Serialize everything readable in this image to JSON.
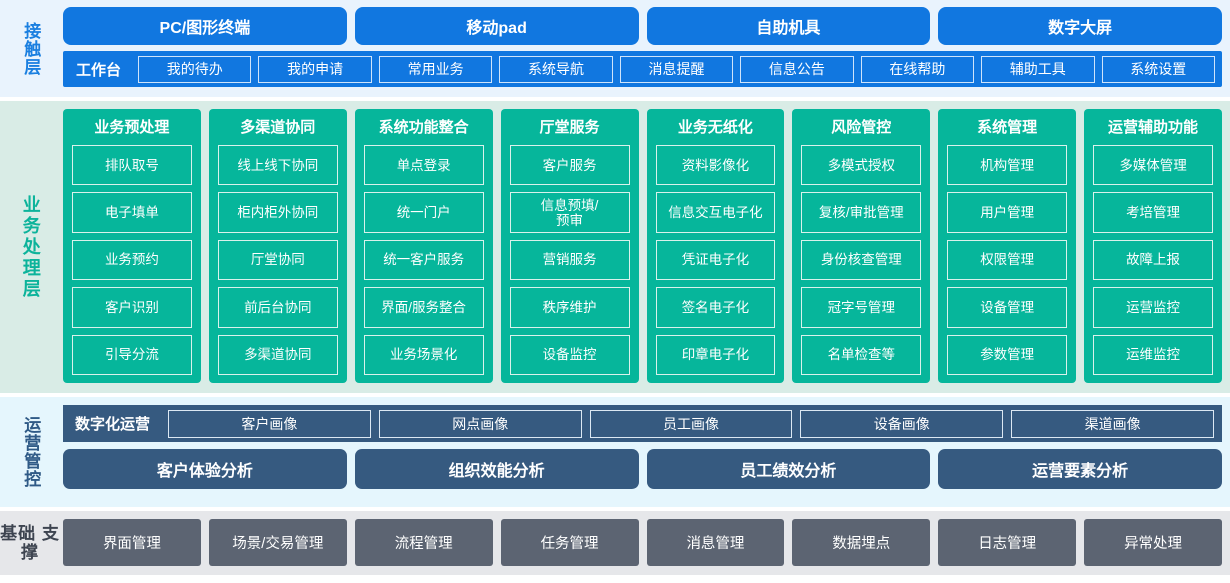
{
  "layers": {
    "contact": {
      "label": "接触层",
      "accent": "#1177e0",
      "terminals": [
        "PC/图形终端",
        "移动pad",
        "自助机具",
        "数字大屏"
      ],
      "workbench_title": "工作台",
      "workbench_items": [
        "我的待办",
        "我的申请",
        "常用业务",
        "系统导航",
        "消息提醒",
        "信息公告",
        "在线帮助",
        "辅助工具",
        "系统设置"
      ]
    },
    "business": {
      "label": "业务处理层",
      "accent": "#06b69b",
      "columns": [
        {
          "title": "业务预处理",
          "items": [
            "排队取号",
            "电子填单",
            "业务预约",
            "客户识别",
            "引导分流"
          ]
        },
        {
          "title": "多渠道协同",
          "items": [
            "线上线下协同",
            "柜内柜外协同",
            "厅堂协同",
            "前后台协同",
            "多渠道协同"
          ]
        },
        {
          "title": "系统功能整合",
          "items": [
            "单点登录",
            "统一门户",
            "统一客户服务",
            "界面/服务整合",
            "业务场景化"
          ]
        },
        {
          "title": "厅堂服务",
          "items": [
            "客户服务",
            "信息预填/\n预审",
            "营销服务",
            "秩序维护",
            "设备监控"
          ]
        },
        {
          "title": "业务无纸化",
          "items": [
            "资料影像化",
            "信息交互电子化",
            "凭证电子化",
            "签名电子化",
            "印章电子化"
          ]
        },
        {
          "title": "风险管控",
          "items": [
            "多模式授权",
            "复核/审批管理",
            "身份核查管理",
            "冠字号管理",
            "名单检查等"
          ]
        },
        {
          "title": "系统管理",
          "items": [
            "机构管理",
            "用户管理",
            "权限管理",
            "设备管理",
            "参数管理"
          ]
        },
        {
          "title": "运营辅助功能",
          "items": [
            "多媒体管理",
            "考培管理",
            "故障上报",
            "运营监控",
            "运维监控"
          ]
        }
      ]
    },
    "operations": {
      "label": "运营管控",
      "accent": "#365a80",
      "digital_title": "数字化运营",
      "portraits": [
        "客户画像",
        "网点画像",
        "员工画像",
        "设备画像",
        "渠道画像"
      ],
      "analysis": [
        "客户体验分析",
        "组织效能分析",
        "员工绩效分析",
        "运营要素分析"
      ]
    },
    "foundation": {
      "label": "基础\n支撑",
      "accent": "#5c6472",
      "items": [
        "界面管理",
        "场景/交易管理",
        "流程管理",
        "任务管理",
        "消息管理",
        "数据埋点",
        "日志管理",
        "异常处理"
      ]
    }
  }
}
